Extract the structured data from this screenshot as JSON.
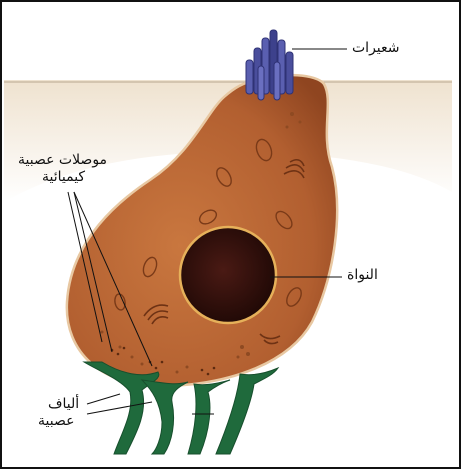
{
  "labels": {
    "hairs": "شعيرات",
    "nucleus": "النواة",
    "synapses_line1": "موصلات عصبية",
    "synapses_line2": "كيميائية",
    "fibers_line1": "ألياف",
    "fibers_line2": "عصبية"
  },
  "colors": {
    "cell_body": "#b25f30",
    "cell_outline": "#e8c8a2",
    "tissue": "#f2e6d4",
    "nucleus": "#2a0c08",
    "hairs": "#4a4e9c",
    "fibers": "#1f6a3c"
  }
}
